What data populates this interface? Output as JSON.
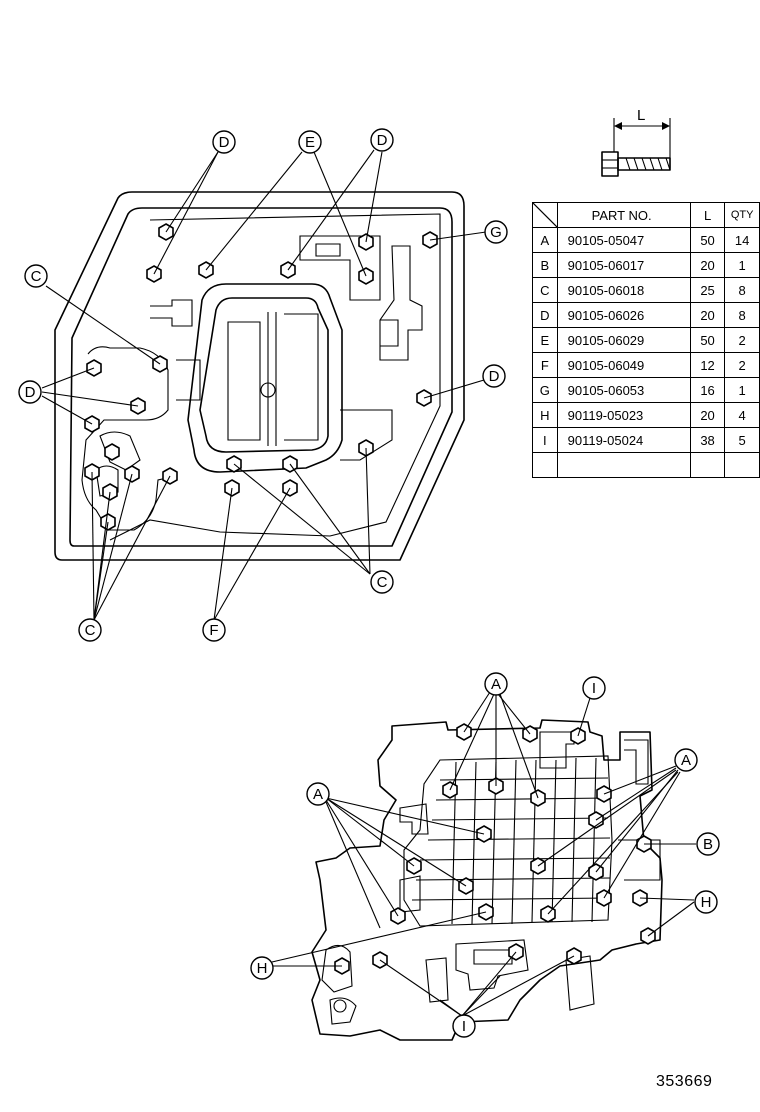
{
  "dimension_label": "L",
  "table": {
    "headers": {
      "part_no": "PART NO.",
      "length": "L",
      "qty": "QTY"
    },
    "rows": [
      {
        "key": "A",
        "part_no": "90105-05047",
        "length": "50",
        "qty": "14"
      },
      {
        "key": "B",
        "part_no": "90105-06017",
        "length": "20",
        "qty": "1"
      },
      {
        "key": "C",
        "part_no": "90105-06018",
        "length": "25",
        "qty": "8"
      },
      {
        "key": "D",
        "part_no": "90105-06026",
        "length": "20",
        "qty": "8"
      },
      {
        "key": "E",
        "part_no": "90105-06029",
        "length": "50",
        "qty": "2"
      },
      {
        "key": "F",
        "part_no": "90105-06049",
        "length": "12",
        "qty": "2"
      },
      {
        "key": "G",
        "part_no": "90105-06053",
        "length": "16",
        "qty": "1"
      },
      {
        "key": "H",
        "part_no": "90119-05023",
        "length": "20",
        "qty": "4"
      },
      {
        "key": "I",
        "part_no": "90119-05024",
        "length": "38",
        "qty": "5"
      }
    ]
  },
  "upper_callouts": [
    "D",
    "E",
    "D",
    "G",
    "C",
    "D",
    "D",
    "C",
    "F",
    "C"
  ],
  "lower_callouts": [
    "A",
    "I",
    "A",
    "A",
    "B",
    "H",
    "H",
    "I"
  ],
  "diagram_number": "353669"
}
